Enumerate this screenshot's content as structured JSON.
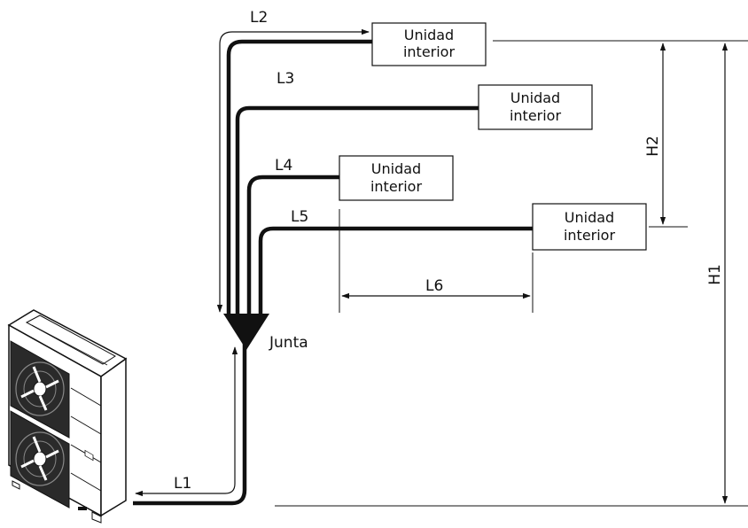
{
  "indoor_units": [
    {
      "line1": "Unidad",
      "line2": "interior"
    },
    {
      "line1": "Unidad",
      "line2": "interior"
    },
    {
      "line1": "Unidad",
      "line2": "interior"
    },
    {
      "line1": "Unidad",
      "line2": "interior"
    }
  ],
  "labels": {
    "L1": "L1",
    "L2": "L2",
    "L3": "L3",
    "L4": "L4",
    "L5": "L5",
    "L6": "L6",
    "H1": "H1",
    "H2": "H2",
    "joint": "Junta"
  }
}
